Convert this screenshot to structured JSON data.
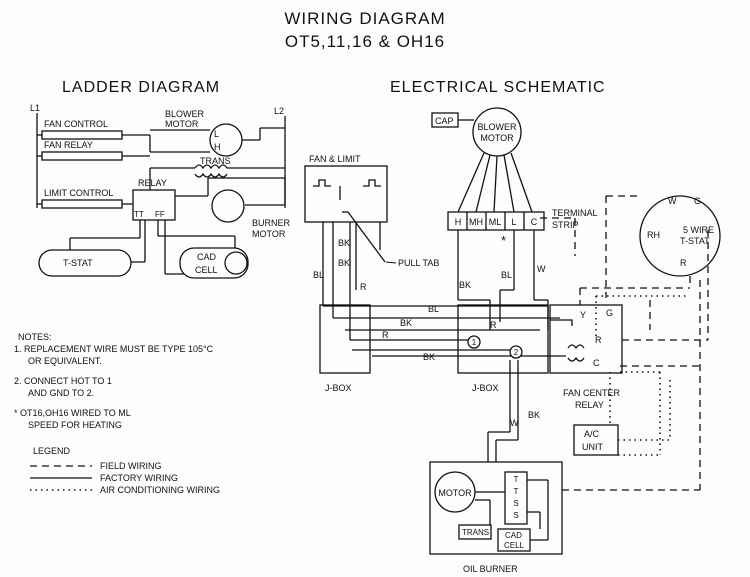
{
  "title": {
    "line1": "WIRING DIAGRAM",
    "line2": "OT5,11,16 & OH16"
  },
  "ladder": {
    "heading": "LADDER DIAGRAM",
    "l1": "L1",
    "l2": "L2",
    "fan_control": "FAN CONTROL",
    "fan_relay": "FAN RELAY",
    "limit_control": "LIMIT CONTROL",
    "blower_motor_1": "BLOWER",
    "blower_motor_2": "MOTOR",
    "motor_l": "L",
    "motor_h": "H",
    "trans": "TRANS",
    "relay": "RELAY",
    "relay_tt": "TT",
    "relay_ff": "FF",
    "burner_motor_1": "BURNER",
    "burner_motor_2": "MOTOR",
    "tstat": "T-STAT",
    "cad_cell_1": "CAD",
    "cad_cell_2": "CELL"
  },
  "schematic": {
    "heading": "ELECTRICAL SCHEMATIC",
    "cap": "CAP",
    "blower_1": "BLOWER",
    "blower_2": "MOTOR",
    "fan_limit": "FAN & LIMIT",
    "terminals": [
      "H",
      "MH",
      "ML",
      "L",
      "C"
    ],
    "terminal_strip_1": "TERMINAL",
    "terminal_strip_2": "STRIP",
    "asterisk": "*",
    "pull_tab": "PULL TAB",
    "tstat5_1": "5 WIRE",
    "tstat5_2": "T-STAT",
    "tstat_w": "W",
    "tstat_g": "G",
    "tstat_rh": "RH",
    "tstat_r": "R",
    "wire_bk": "BK",
    "wire_bl": "BL",
    "wire_r": "R",
    "wire_w": "W",
    "relay_y": "Y",
    "relay_g": "G",
    "relay_r": "R",
    "relay_c": "C",
    "node_1": "1",
    "node_2": "2",
    "jbox_left": "J-BOX",
    "jbox_mid": "J-BOX",
    "fan_center_1": "FAN CENTER",
    "fan_center_2": "RELAY",
    "ac_1": "A/C",
    "ac_2": "UNIT",
    "motor": "MOTOR",
    "tsss": [
      "T",
      "T",
      "S",
      "S"
    ],
    "trans": "TRANS",
    "cad_1": "CAD",
    "cad_2": "CELL",
    "oil_burner": "OIL BURNER"
  },
  "notes": {
    "heading": "NOTES:",
    "n1_a": "1. REPLACEMENT WIRE MUST BE TYPE 105°C",
    "n1_b": "OR EQUIVALENT.",
    "n2_a": "2. CONNECT HOT TO 1",
    "n2_b": "AND GND TO 2.",
    "n3_a": "* OT16,OH16 WIRED TO ML",
    "n3_b": "SPEED FOR HEATING"
  },
  "legend": {
    "heading": "LEGEND",
    "field": "FIELD WIRING",
    "factory": "FACTORY WIRING",
    "ac": "AIR CONDITIONING WIRING"
  }
}
